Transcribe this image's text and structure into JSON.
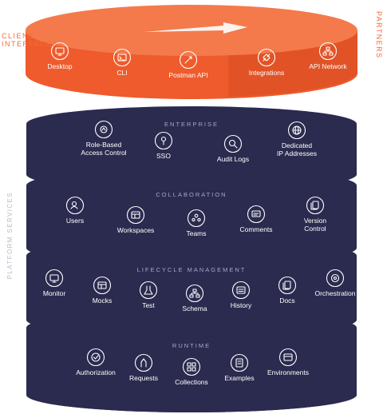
{
  "side_labels": {
    "client": [
      "CLIENT",
      "INTERFACES"
    ],
    "partners": "PARTNERS",
    "platform": "PLATFORM SERVICES"
  },
  "colors": {
    "orange": "#ef5b2c",
    "orange_light": "#f47a4c",
    "orange_dark": "#c9461f",
    "navy": "#2b2a4f",
    "navy_top": "#3a3960",
    "navy_side": "#221f40",
    "icon_stroke": "#ffffff"
  },
  "top_layer": {
    "items": [
      {
        "label": [
          "Desktop"
        ],
        "icon": "desktop-icon"
      },
      {
        "label": [
          "CLI"
        ],
        "icon": "cli-icon"
      },
      {
        "label": [
          "Postman API"
        ],
        "icon": "postman-api-icon"
      },
      {
        "label": [
          "Integrations"
        ],
        "icon": "integrations-icon"
      },
      {
        "label": [
          "API Network"
        ],
        "icon": "api-network-icon"
      }
    ]
  },
  "layers": [
    {
      "title": "ENTERPRISE",
      "items": [
        {
          "label": [
            "Role-Based",
            "Access Control"
          ],
          "icon": "rbac-icon"
        },
        {
          "label": [
            "SSO"
          ],
          "icon": "sso-icon"
        },
        {
          "label": [
            "Audit Logs"
          ],
          "icon": "audit-logs-icon"
        },
        {
          "label": [
            "Dedicated",
            "IP Addresses"
          ],
          "icon": "globe-icon"
        }
      ]
    },
    {
      "title": "COLLABORATION",
      "items": [
        {
          "label": [
            "Users"
          ],
          "icon": "users-icon"
        },
        {
          "label": [
            "Workspaces"
          ],
          "icon": "workspaces-icon"
        },
        {
          "label": [
            "Teams"
          ],
          "icon": "teams-icon"
        },
        {
          "label": [
            "Comments"
          ],
          "icon": "comments-icon"
        },
        {
          "label": [
            "Version",
            "Control"
          ],
          "icon": "version-control-icon"
        }
      ]
    },
    {
      "title": "LIFECYCLE MANAGEMENT",
      "items": [
        {
          "label": [
            "Monitor"
          ],
          "icon": "monitor-icon"
        },
        {
          "label": [
            "Mocks"
          ],
          "icon": "mocks-icon"
        },
        {
          "label": [
            "Test"
          ],
          "icon": "test-icon"
        },
        {
          "label": [
            "Schema"
          ],
          "icon": "schema-icon"
        },
        {
          "label": [
            "History"
          ],
          "icon": "history-icon"
        },
        {
          "label": [
            "Docs"
          ],
          "icon": "docs-icon"
        },
        {
          "label": [
            "Orchestration"
          ],
          "icon": "orchestration-icon"
        }
      ]
    },
    {
      "title": "RUNTIME",
      "items": [
        {
          "label": [
            "Authorization"
          ],
          "icon": "authorization-icon"
        },
        {
          "label": [
            "Requests"
          ],
          "icon": "requests-icon"
        },
        {
          "label": [
            "Collections"
          ],
          "icon": "collections-icon"
        },
        {
          "label": [
            "Examples"
          ],
          "icon": "examples-icon"
        },
        {
          "label": [
            "Environments"
          ],
          "icon": "environments-icon"
        }
      ]
    }
  ]
}
